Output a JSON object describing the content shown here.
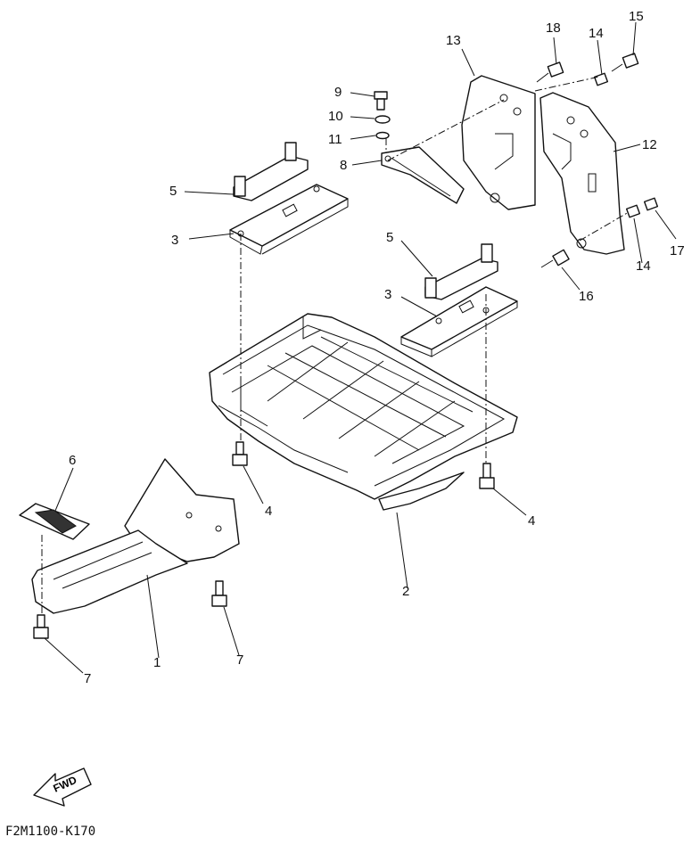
{
  "diagram": {
    "callouts": {
      "c1": "1",
      "c2": "2",
      "c3a": "3",
      "c3b": "3",
      "c4a": "4",
      "c4b": "4",
      "c5a": "5",
      "c5b": "5",
      "c6": "6",
      "c7a": "7",
      "c7b": "7",
      "c8": "8",
      "c9": "9",
      "c10": "10",
      "c11": "11",
      "c12": "12",
      "c13": "13",
      "c14a": "14",
      "c14b": "14",
      "c15": "15",
      "c16": "16",
      "c17": "17",
      "c18": "18"
    },
    "fwd_label": "FWD",
    "drawing_code": "F2M1100-K170"
  }
}
